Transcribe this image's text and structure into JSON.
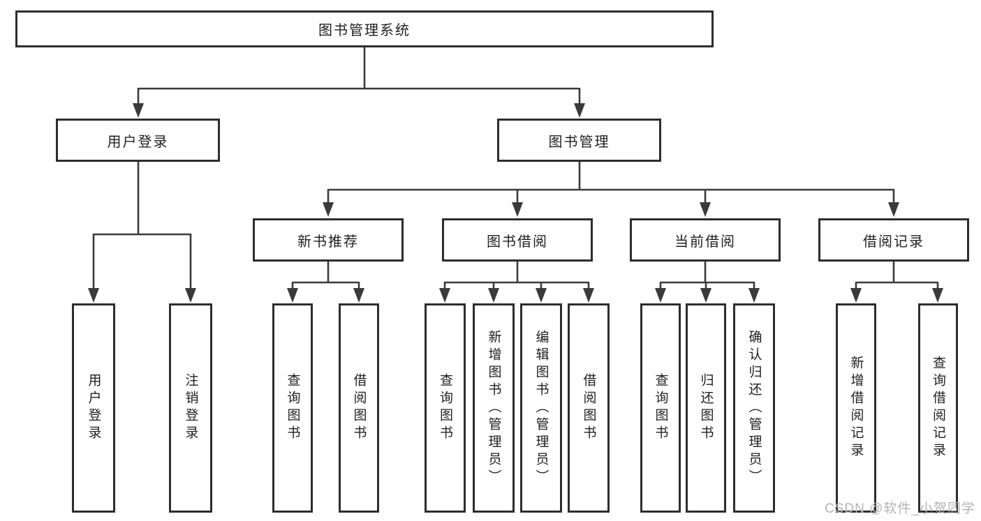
{
  "diagram": {
    "root": {
      "label": "图书管理系统"
    },
    "branches": [
      {
        "label": "用户登录",
        "children": [
          {
            "label": "用户登录"
          },
          {
            "label": "注销登录"
          }
        ]
      },
      {
        "label": "图书管理",
        "children": [
          {
            "label": "新书推荐",
            "children": [
              {
                "label": "查询图书"
              },
              {
                "label": "借阅图书"
              }
            ]
          },
          {
            "label": "图书借阅",
            "children": [
              {
                "label": "查询图书"
              },
              {
                "label": "新增图书（管理员）"
              },
              {
                "label": "编辑图书（管理员）"
              },
              {
                "label": "借阅图书"
              }
            ]
          },
          {
            "label": "当前借阅",
            "children": [
              {
                "label": "查询图书"
              },
              {
                "label": "归还图书"
              },
              {
                "label": "确认归还（管理员）"
              }
            ]
          },
          {
            "label": "借阅记录",
            "children": [
              {
                "label": "新增借阅记录"
              },
              {
                "label": "查询借阅记录"
              }
            ]
          }
        ]
      }
    ]
  },
  "watermark": {
    "text": "CSDN @软件_小贺同学"
  },
  "colors": {
    "line": "#3a3a3a",
    "box_border": "#2d2d2d",
    "box_fill": "#ffffff",
    "text": "#1f1f1f",
    "background": "#ffffff",
    "watermark": "#b4b4b4"
  }
}
